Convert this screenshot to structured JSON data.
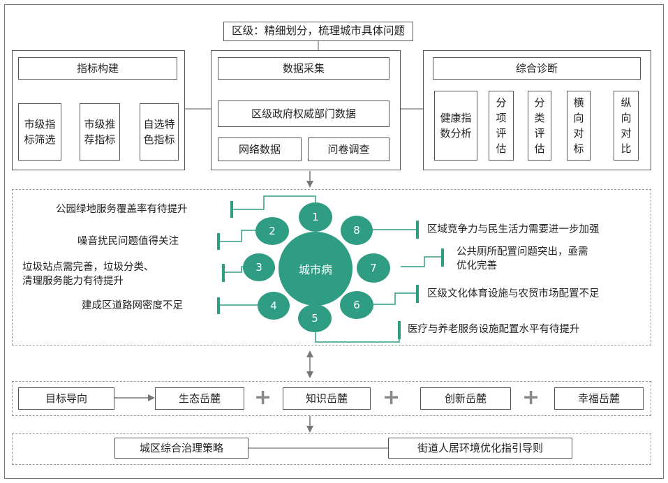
{
  "title": "区级：精细划分，梳理城市具体问题",
  "indicator": {
    "header": "指标构建",
    "items": [
      "市级指标筛选",
      "市级推荐指标",
      "自选特色指标"
    ]
  },
  "collection": {
    "header": "数据采集",
    "main": "区级政府权威部门数据",
    "sub": [
      "网络数据",
      "问卷调查"
    ]
  },
  "diagnosis": {
    "header": "综合诊断",
    "items": [
      "健康指数分析",
      "分项评估",
      "分类评估",
      "横向对标",
      "纵向对比"
    ]
  },
  "center": "城市病",
  "nodes": [
    "1",
    "2",
    "3",
    "4",
    "5",
    "6",
    "7",
    "8"
  ],
  "problems": {
    "p1": "公园绿地服务覆盖率有待提升",
    "p2": "噪音扰民问题值得关注",
    "p3": "垃圾站点需完善，垃圾分类、清理服务能力有待提升",
    "p3_lines": [
      "垃圾站点需完善，垃圾分类、",
      "清理服务能力有待提升"
    ],
    "p4": "建成区道路网密度不足",
    "p5": "医疗与养老服务设施配置水平有待提升",
    "p6": "区级文化体育设施与农贸市场配置不足",
    "p7_lines": [
      "公共厕所配置问题突出，亟需",
      "优化完善"
    ],
    "p8": "区域竞争力与民生活力需要进一步加强"
  },
  "goals": {
    "guide": "目标导向",
    "items": [
      "生态岳麓",
      "知识岳麓",
      "创新岳麓",
      "幸福岳麓"
    ],
    "plus": "+"
  },
  "strategy": {
    "left": "城区综合治理策略",
    "right": "街道人居环境优化指引导则"
  },
  "colors": {
    "accent": "#2f9d83",
    "border": "#555555",
    "dashed": "#9a9a9a"
  }
}
